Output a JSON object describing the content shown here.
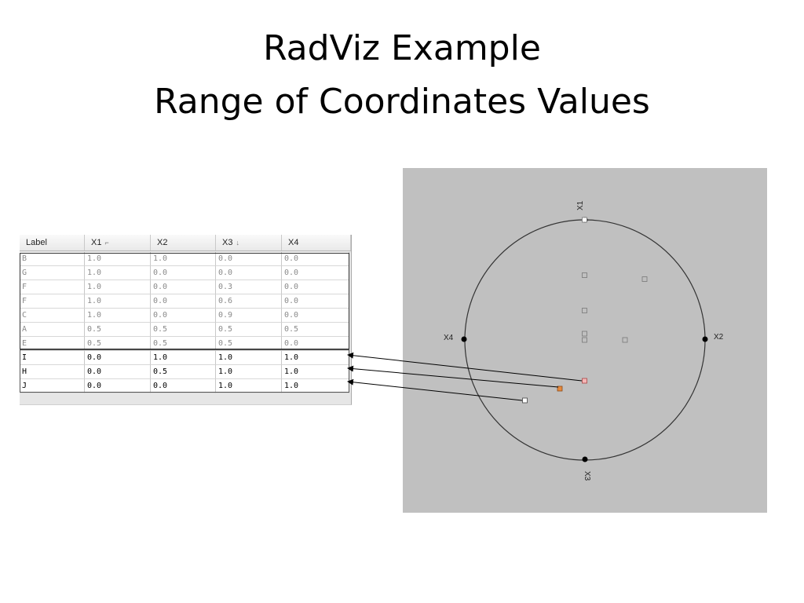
{
  "slide": {
    "title_line1": "RadViz Example",
    "title_line2": "Range of Coordinates Values"
  },
  "table": {
    "columns": [
      {
        "label": "Label",
        "sort": ""
      },
      {
        "label": "X1",
        "sort": "⌐"
      },
      {
        "label": "X2",
        "sort": ""
      },
      {
        "label": "X3",
        "sort": "↓"
      },
      {
        "label": "X4",
        "sort": ""
      }
    ],
    "rows": [
      {
        "label": "B",
        "x1": "1.0",
        "x2": "1.0",
        "x3": "0.0",
        "x4": "0.0",
        "state": "dim"
      },
      {
        "label": "G",
        "x1": "1.0",
        "x2": "0.0",
        "x3": "0.0",
        "x4": "0.0",
        "state": "dim"
      },
      {
        "label": "F",
        "x1": "1.0",
        "x2": "0.0",
        "x3": "0.3",
        "x4": "0.0",
        "state": "dim"
      },
      {
        "label": "F",
        "x1": "1.0",
        "x2": "0.0",
        "x3": "0.6",
        "x4": "0.0",
        "state": "dim"
      },
      {
        "label": "C",
        "x1": "1.0",
        "x2": "0.0",
        "x3": "0.9",
        "x4": "0.0",
        "state": "dim"
      },
      {
        "label": "A",
        "x1": "0.5",
        "x2": "0.5",
        "x3": "0.5",
        "x4": "0.5",
        "state": "dim"
      },
      {
        "label": "E",
        "x1": "0.5",
        "x2": "0.5",
        "x3": "0.5",
        "x4": "0.0",
        "state": "dim"
      },
      {
        "label": "I",
        "x1": "0.0",
        "x2": "1.0",
        "x3": "1.0",
        "x4": "1.0",
        "state": "hi"
      },
      {
        "label": "H",
        "x1": "0.0",
        "x2": "0.5",
        "x3": "1.0",
        "x4": "1.0",
        "state": "hi"
      },
      {
        "label": "J",
        "x1": "0.0",
        "x2": "0.0",
        "x3": "1.0",
        "x4": "1.0",
        "state": "hi"
      }
    ]
  },
  "radviz": {
    "anchors": [
      "X1",
      "X2",
      "X3",
      "X4"
    ],
    "colors": {
      "background": "#c0c0c0",
      "circle": "#333333",
      "anchor": "#000000",
      "point_default": "#ffffff",
      "point_I": "#f4b6b6",
      "point_H": "#e6893c",
      "point_J": "#ffffff"
    }
  }
}
